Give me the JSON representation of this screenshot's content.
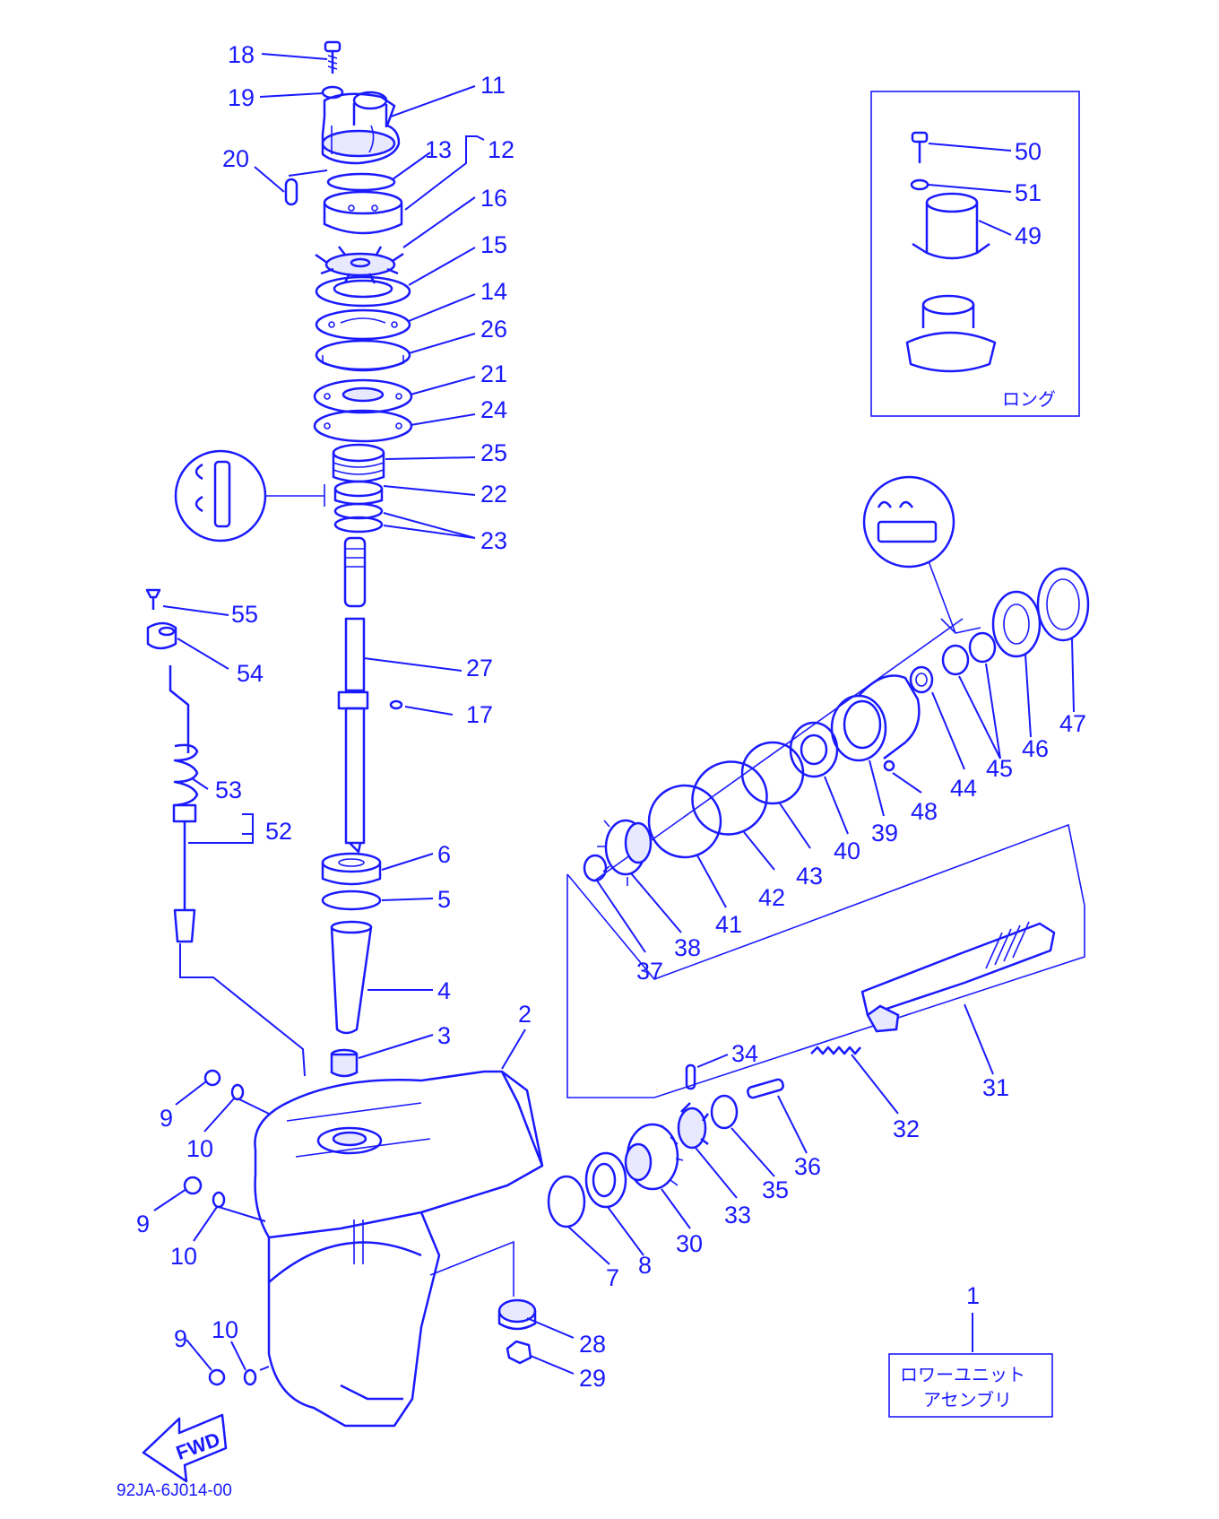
{
  "diagram": {
    "drawing_code": "92JA-6J014-00",
    "fwd_label": "FWD",
    "inset_note": "ロング",
    "assembly_box": {
      "line1": "ロワーユニット",
      "line2": "アセンブリ"
    },
    "part_numbers": [
      "1",
      "2",
      "3",
      "4",
      "5",
      "6",
      "7",
      "8",
      "9",
      "10",
      "11",
      "12",
      "13",
      "14",
      "15",
      "16",
      "17",
      "18",
      "19",
      "20",
      "21",
      "22",
      "23",
      "24",
      "25",
      "26",
      "27",
      "28",
      "29",
      "30",
      "31",
      "32",
      "33",
      "34",
      "35",
      "36",
      "37",
      "38",
      "39",
      "40",
      "41",
      "42",
      "43",
      "44",
      "45",
      "46",
      "47",
      "48",
      "49",
      "50",
      "51",
      "52",
      "53",
      "54",
      "55"
    ],
    "callouts": [
      {
        "id": "n18",
        "text": "18"
      },
      {
        "id": "n19",
        "text": "19"
      },
      {
        "id": "n11",
        "text": "11"
      },
      {
        "id": "n20",
        "text": "20"
      },
      {
        "id": "n13",
        "text": "13"
      },
      {
        "id": "n12",
        "text": "12"
      },
      {
        "id": "n16",
        "text": "16"
      },
      {
        "id": "n15",
        "text": "15"
      },
      {
        "id": "n14",
        "text": "14"
      },
      {
        "id": "n26",
        "text": "26"
      },
      {
        "id": "n21",
        "text": "21"
      },
      {
        "id": "n24",
        "text": "24"
      },
      {
        "id": "n25",
        "text": "25"
      },
      {
        "id": "n22",
        "text": "22"
      },
      {
        "id": "n23",
        "text": "23"
      },
      {
        "id": "n55",
        "text": "55"
      },
      {
        "id": "n54",
        "text": "54"
      },
      {
        "id": "n27",
        "text": "27"
      },
      {
        "id": "n17",
        "text": "17"
      },
      {
        "id": "n53",
        "text": "53"
      },
      {
        "id": "n52",
        "text": "52"
      },
      {
        "id": "n6",
        "text": "6"
      },
      {
        "id": "n5",
        "text": "5"
      },
      {
        "id": "n4",
        "text": "4"
      },
      {
        "id": "n3",
        "text": "3"
      },
      {
        "id": "n2",
        "text": "2"
      },
      {
        "id": "n9a",
        "text": "9"
      },
      {
        "id": "n10a",
        "text": "10"
      },
      {
        "id": "n9b",
        "text": "9"
      },
      {
        "id": "n10b",
        "text": "10"
      },
      {
        "id": "n10c",
        "text": "10"
      },
      {
        "id": "n9c",
        "text": "9"
      },
      {
        "id": "n28",
        "text": "28"
      },
      {
        "id": "n29",
        "text": "29"
      },
      {
        "id": "n7",
        "text": "7"
      },
      {
        "id": "n8",
        "text": "8"
      },
      {
        "id": "n30",
        "text": "30"
      },
      {
        "id": "n33",
        "text": "33"
      },
      {
        "id": "n35",
        "text": "35"
      },
      {
        "id": "n36",
        "text": "36"
      },
      {
        "id": "n34",
        "text": "34"
      },
      {
        "id": "n32",
        "text": "32"
      },
      {
        "id": "n31",
        "text": "31"
      },
      {
        "id": "n37",
        "text": "37"
      },
      {
        "id": "n38",
        "text": "38"
      },
      {
        "id": "n41",
        "text": "41"
      },
      {
        "id": "n42",
        "text": "42"
      },
      {
        "id": "n43",
        "text": "43"
      },
      {
        "id": "n40",
        "text": "40"
      },
      {
        "id": "n39",
        "text": "39"
      },
      {
        "id": "n48",
        "text": "48"
      },
      {
        "id": "n44",
        "text": "44"
      },
      {
        "id": "n45",
        "text": "45"
      },
      {
        "id": "n46",
        "text": "46"
      },
      {
        "id": "n47",
        "text": "47"
      },
      {
        "id": "n50",
        "text": "50"
      },
      {
        "id": "n51",
        "text": "51"
      },
      {
        "id": "n49",
        "text": "49"
      },
      {
        "id": "n1",
        "text": "1"
      }
    ],
    "colors": {
      "ink": "#1a1aff",
      "paper": "#ffffff"
    }
  }
}
